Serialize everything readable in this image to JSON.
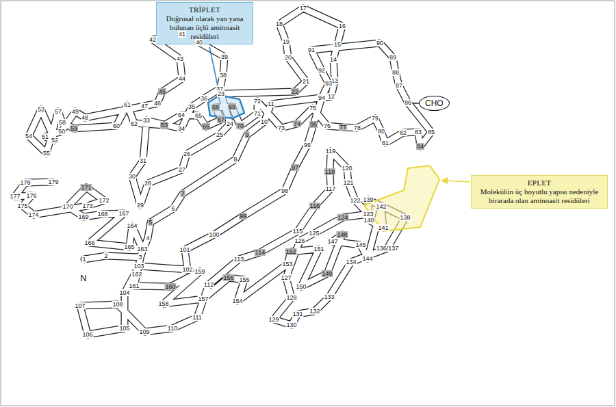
{
  "diagram": {
    "nodes": [
      {
        "text": [
          "TRİPLET",
          "Doğrusal olarak yan yana bulunan üçlü aminoasit residüleri"
        ]
      },
      {
        "text": [
          "CHO"
        ]
      },
      {
        "text": [
          "EPLET",
          "Molekülün üç boyutlu yapısı nedeniyle birarada olan aminoasit residüleri"
        ]
      }
    ],
    "labels": [
      "17",
      "18",
      "16",
      "19",
      "15",
      "20",
      "14",
      "21",
      "13",
      "22",
      "12",
      "42",
      "41",
      "40",
      "39",
      "43",
      "44",
      "38",
      "45",
      "37",
      "47",
      "46",
      "36",
      "35",
      "65",
      "64",
      "63",
      "33",
      "62",
      "61",
      "60",
      "34",
      "66",
      "23",
      "68",
      "69",
      "67",
      "24",
      "25",
      "70",
      "71",
      "72",
      "11",
      "10",
      "9",
      "73",
      "74",
      "75",
      "95",
      "76",
      "94",
      "93",
      "92",
      "91",
      "90",
      "89",
      "88",
      "87",
      "86",
      "85",
      "83",
      "84",
      "82",
      "81",
      "80",
      "79",
      "78",
      "77",
      "53",
      "57",
      "49",
      "48",
      "58",
      "59",
      "50",
      "52",
      "51",
      "54",
      "55",
      "96",
      "97",
      "98",
      "8",
      "26",
      "27",
      "31",
      "28",
      "30",
      "29",
      "7",
      "6",
      "99",
      "100",
      "101",
      "5",
      "4",
      "178",
      "179",
      "171",
      "177",
      "176",
      "175",
      "174",
      "170",
      "173",
      "172",
      "169",
      "168",
      "167",
      "164",
      "166",
      "165",
      "163",
      "3",
      "103",
      "162",
      "161",
      "1",
      "2",
      "N",
      "104",
      "107",
      "108",
      "105",
      "106",
      "109",
      "110",
      "111",
      "158",
      "160",
      "159",
      "102",
      "157",
      "112",
      "156",
      "155",
      "154",
      "113",
      "114",
      "115",
      "116",
      "117",
      "118",
      "119",
      "120",
      "121",
      "122",
      "123",
      "124",
      "125",
      "126",
      "148",
      "147",
      "151",
      "152",
      "153",
      "127",
      "150",
      "149",
      "128",
      "133",
      "132",
      "131",
      "130",
      "129",
      "134",
      "144",
      "145",
      "136/137",
      "139",
      "142",
      "141",
      "140",
      "138"
    ]
  }
}
